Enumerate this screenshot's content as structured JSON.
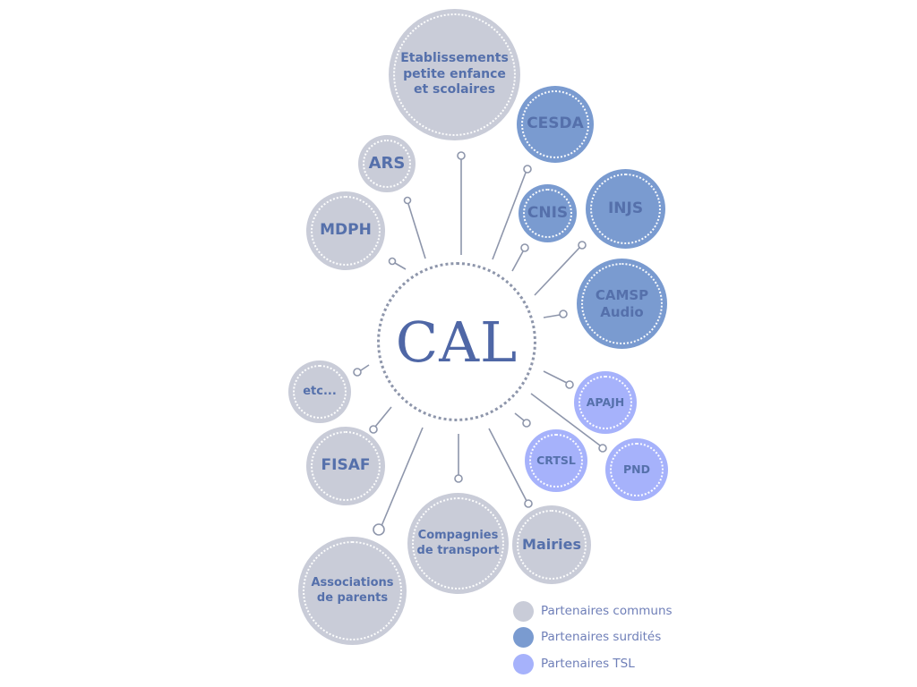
{
  "center": {
    "label": "CAL"
  },
  "colors": {
    "common": "#c9ccd8",
    "deaf": "#7a9bd0",
    "tsl": "#a6b2fb",
    "text": "#5570ab",
    "line": "#8e96ab"
  },
  "nodes": {
    "etablissements": "Etablissements\npetite enfance\net scolaires",
    "cesda": "CESDA",
    "ars": "ARS",
    "cnis": "CNIS",
    "injs": "INJS",
    "mdph": "MDPH",
    "camsp": "CAMSP\nAudio",
    "etc": "etc...",
    "apajh": "APAJH",
    "fisaf": "FISAF",
    "crtsl": "CRTSL",
    "pnd": "PND",
    "compagnies": "Compagnies\nde transport",
    "mairies": "Mairies",
    "associations": "Associations\nde parents"
  },
  "legend": {
    "common": "Partenaires communs",
    "deaf": "Partenaires surdités",
    "tsl": "Partenaires TSL"
  }
}
